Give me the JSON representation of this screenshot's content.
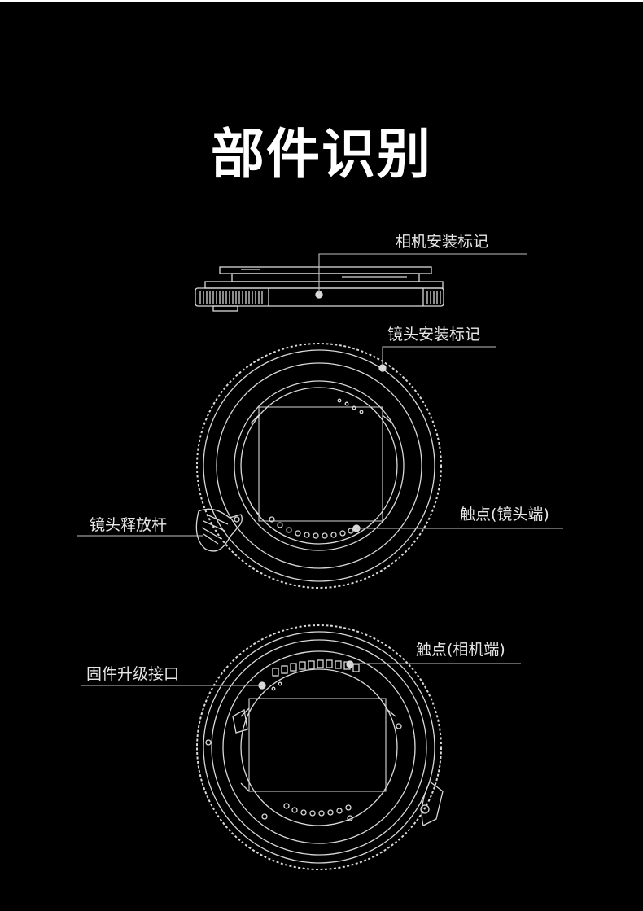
{
  "page": {
    "title": "部件识别",
    "background": "#000000",
    "line_color": "#d9d9d9"
  },
  "labels": {
    "camera_mount_mark": "相机安装标记",
    "lens_mount_mark": "镜头安装标记",
    "lens_release_lever": "镜头释放杆",
    "contacts_lens_side": "触点(镜头端)",
    "contacts_camera_side": "触点(相机端)",
    "firmware_port": "固件升级接口"
  }
}
